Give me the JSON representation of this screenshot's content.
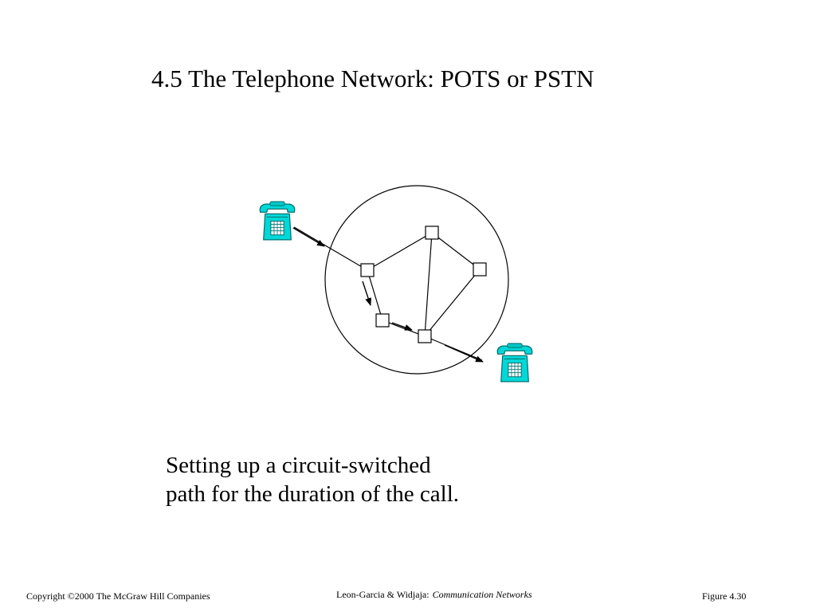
{
  "slide": {
    "title": "4.5 The Telephone Network: POTS or PSTN",
    "caption_lines": [
      "Setting up a circuit-switched",
      "path for the duration of the call."
    ]
  },
  "diagram": {
    "network_color": "#000000",
    "phone_color": "#00d8d8",
    "phone_outline": "#007070",
    "icons": [
      "telephone-icon",
      "telephone-icon"
    ]
  },
  "footer": {
    "copyright": "Copyright ©2000 The McGraw Hill Companies",
    "authors": "Leon-Garcia & Widjaja:",
    "book": "Communication Networks",
    "figure": "Figure 4.30"
  }
}
